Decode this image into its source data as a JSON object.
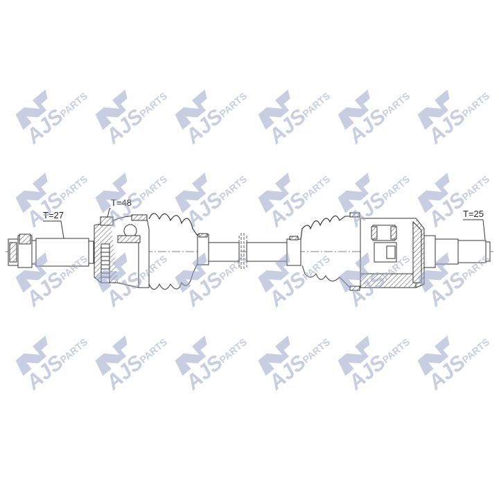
{
  "diagram": {
    "labels": {
      "left_stub": "T=27",
      "outer_joint": "T=48",
      "right_stub": "T=25"
    }
  },
  "watermark": {
    "brand": "AJS",
    "suffix": "PARTS",
    "color": "#9aa7c9"
  }
}
